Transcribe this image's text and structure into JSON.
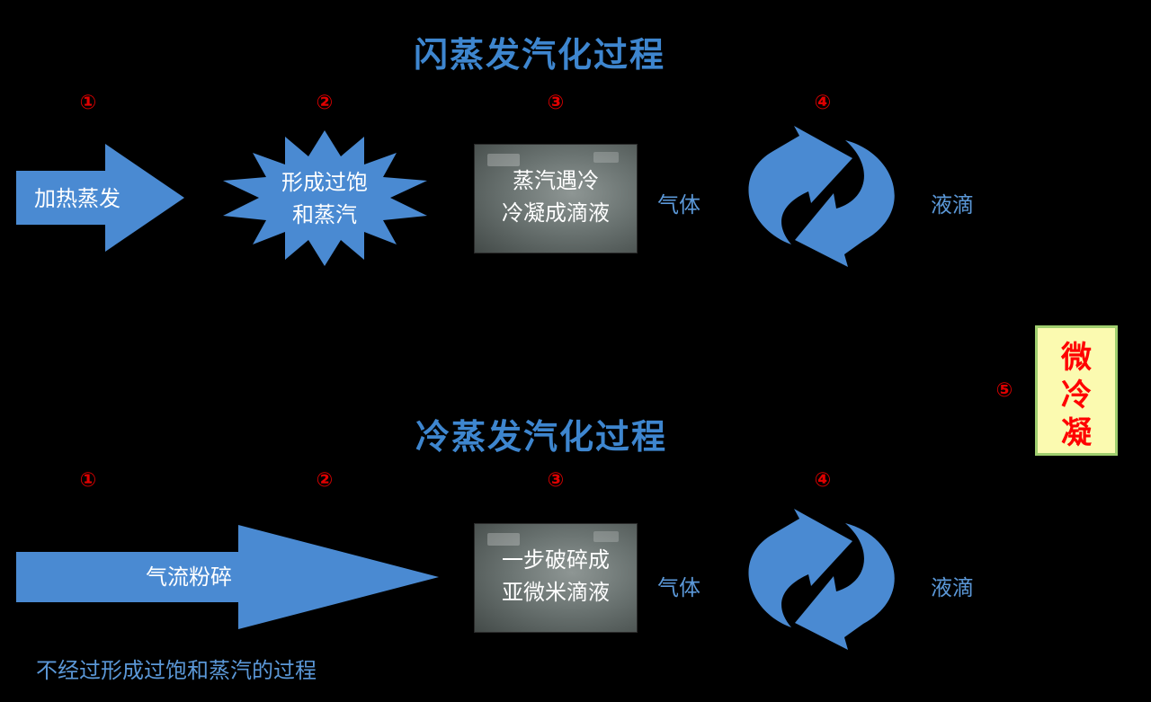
{
  "flash": {
    "title": "闪蒸发汽化过程",
    "steps": [
      "①",
      "②",
      "③",
      "④"
    ],
    "arrow_label": "加热蒸发",
    "burst_line1": "形成过饱",
    "burst_line2": "和蒸汽",
    "photo_line1": "蒸汽遇冷",
    "photo_line2": "冷凝成滴液",
    "gas": "气体",
    "liquid": "液滴"
  },
  "cold": {
    "title": "冷蒸发汽化过程",
    "steps": [
      "①",
      "②",
      "③",
      "④"
    ],
    "arrow_label": "气流粉碎",
    "photo_line1": "一步破碎成",
    "photo_line2": "亚微米滴液",
    "gas": "气体",
    "liquid": "液滴",
    "note": "不经过形成过饱和蒸汽的过程"
  },
  "micro": {
    "step": "⑤",
    "line1": "微",
    "line2": "冷",
    "line3": "凝"
  },
  "colors": {
    "arrow_blue": "#4a8ad2",
    "title_blue": "#3e86cf",
    "step_red": "#e00000",
    "micro_bg": "#fbfab0",
    "micro_border": "#9fce6e",
    "micro_text": "#ff0000"
  }
}
